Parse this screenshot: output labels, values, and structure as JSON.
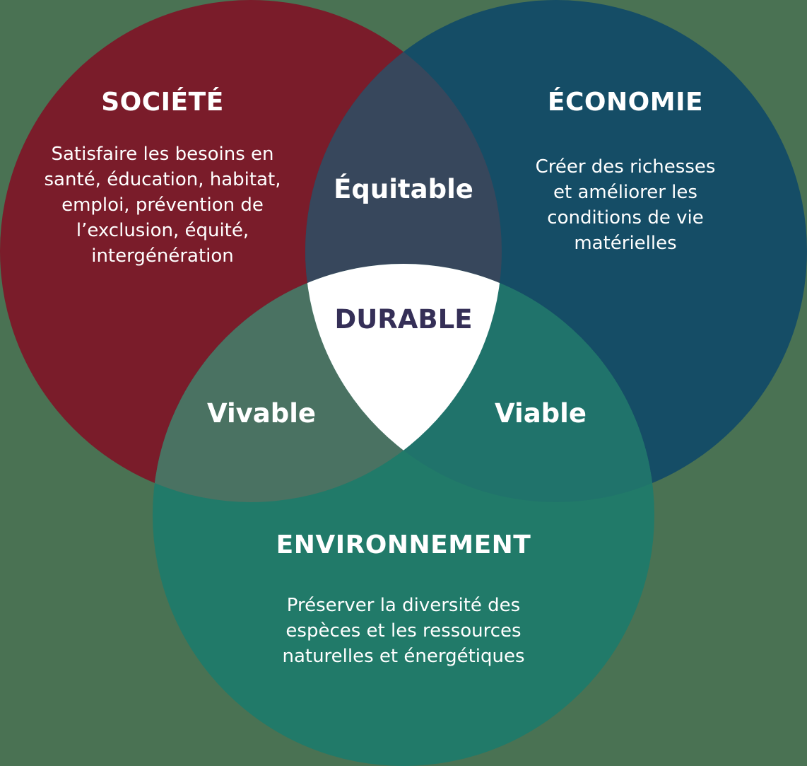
{
  "colors": {
    "background": "#4a7253",
    "societe": "#7a1c2a",
    "economie": "#154d66",
    "environnement": "#217a69",
    "equitable": "#37475c",
    "vivable": "#4a7262",
    "viable": "#20736b",
    "durable_fill": "#ffffff",
    "durable_text": "#352f57",
    "text": "#ffffff"
  },
  "circles": {
    "societe": {
      "title": "SOCIÉTÉ",
      "description_lines": [
        "Satisfaire les besoins en",
        "santé, éducation, habitat,",
        "emploi, prévention de",
        "l’exclusion, équité,",
        "intergénération"
      ]
    },
    "economie": {
      "title": "ÉCONOMIE",
      "description_lines": [
        "Créer des richesses",
        "et améliorer les",
        "conditions de vie",
        "matérielles"
      ]
    },
    "environnement": {
      "title": "ENVIRONNEMENT",
      "description_lines": [
        "Préserver la diversité des",
        "espèces et les ressources",
        "naturelles et énergétiques"
      ]
    }
  },
  "intersections": {
    "equitable": "Équitable",
    "vivable": "Vivable",
    "viable": "Viable",
    "durable": "DURABLE"
  }
}
